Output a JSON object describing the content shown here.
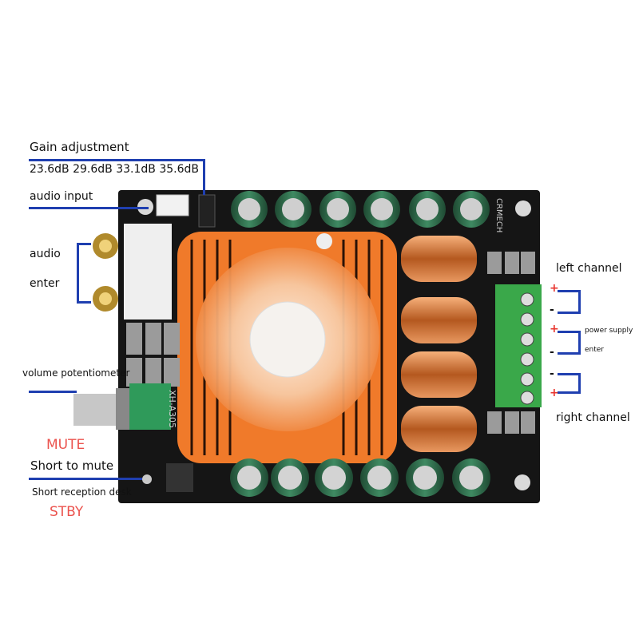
{
  "labels": {
    "gain_title": "Gain adjustment",
    "gain_values": "23.6dB 29.6dB 33.1dB 35.6dB",
    "audio_input": "audio input",
    "audio": "audio",
    "enter_left": "enter",
    "volume": "volume potentiometer",
    "mute": "MUTE",
    "short_to_mute": "Short to mute",
    "short_reception": "Short reception desk",
    "stby": "STBY",
    "left_channel": "left channel",
    "power_supply": "power supply",
    "enter_right": "enter",
    "right_channel": "right channel"
  },
  "board": {
    "brand": "CRMECH",
    "model": "XH-A305",
    "colors": {
      "pcb": "#151515",
      "heatsink": "#f07a2a",
      "capacitor": "#2f6b4a",
      "terminal": "#3aa84a",
      "callout_line": "#1f3fb0",
      "accent_red": "#e8352e"
    }
  }
}
